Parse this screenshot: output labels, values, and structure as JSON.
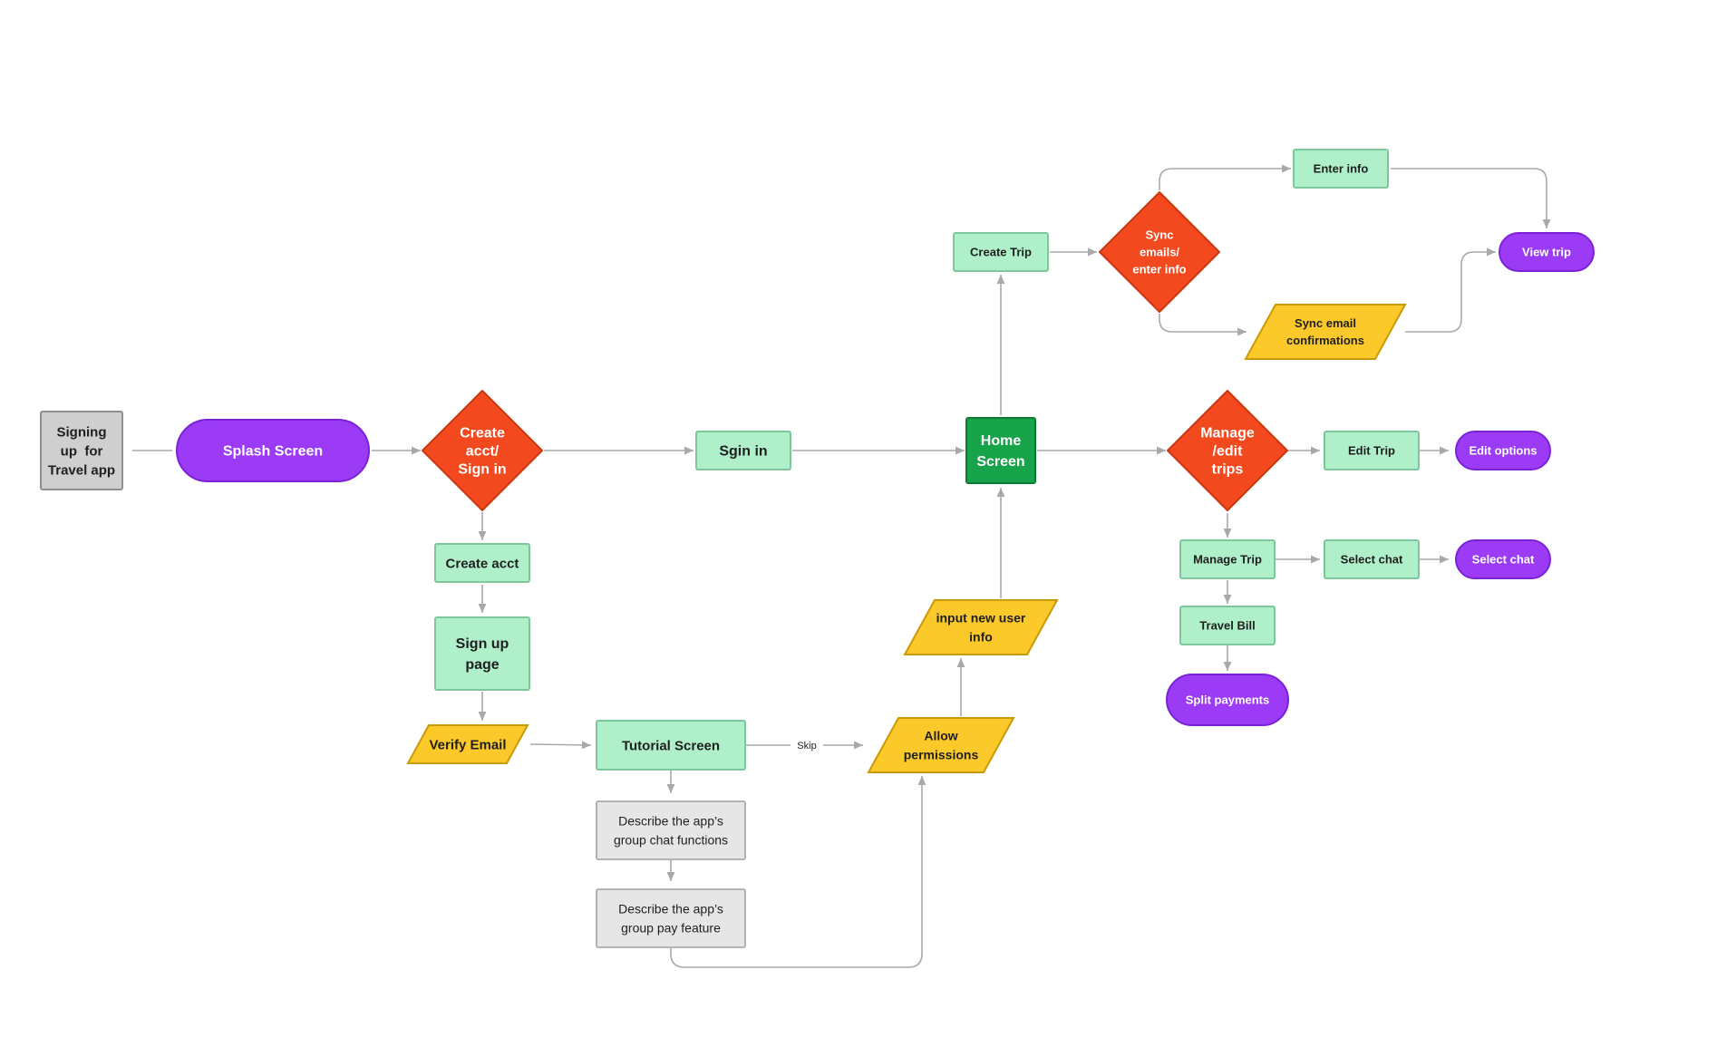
{
  "colors": {
    "background": "#ffffff",
    "terminal_purple": "#9b3bf5",
    "terminal_purple_border": "#7b22d6",
    "process_green": "#aff0cb",
    "process_green_border": "#7cc79b",
    "home_green": "#17a34a",
    "home_green_border": "#0f7a36",
    "decision_red": "#f2491f",
    "decision_red_border": "#c9370f",
    "io_yellow": "#fcc92a",
    "io_yellow_border": "#c99a06",
    "note_gray": "#e6e6e6",
    "note_gray_border": "#b3b3b3",
    "start_gray": "#cfcfcf",
    "start_gray_border": "#8f8f8f",
    "connector": "#a9a9a9",
    "text_dark": "#1f1f1f",
    "text_light": "#ffffff"
  },
  "nodes": {
    "start": {
      "label": "Signing up for Travel app",
      "lines": [
        "Signing",
        "up  for",
        "Travel app"
      ]
    },
    "splash": {
      "label": "Splash Screen",
      "lines": [
        "Splash Screen"
      ]
    },
    "create_or_sign_in": {
      "label": "Create acct/ Sign in",
      "lines": [
        "Create",
        "acct/",
        "Sign in"
      ]
    },
    "sign_in": {
      "label": "Sgin in",
      "lines": [
        "Sgin in"
      ]
    },
    "home": {
      "label": "Home Screen",
      "lines": [
        "Home",
        "Screen"
      ]
    },
    "create_trip": {
      "label": "Create Trip",
      "lines": [
        "Create Trip"
      ]
    },
    "sync_decision": {
      "label": "Sync emails/ enter info",
      "lines": [
        "Sync",
        "emails/",
        "enter info"
      ]
    },
    "enter_info": {
      "label": "Enter info",
      "lines": [
        "Enter info"
      ]
    },
    "sync_email_conf": {
      "label": "Sync email confirmations",
      "lines": [
        "Sync email",
        "confirmations"
      ]
    },
    "view_trip": {
      "label": "View trip",
      "lines": [
        "View trip"
      ]
    },
    "manage_edit": {
      "label": "Manage /edit trips",
      "lines": [
        "Manage",
        "/edit",
        "trips"
      ]
    },
    "edit_trip": {
      "label": "Edit Trip",
      "lines": [
        "Edit Trip"
      ]
    },
    "edit_options": {
      "label": "Edit options",
      "lines": [
        "Edit options"
      ]
    },
    "manage_trip": {
      "label": "Manage Trip",
      "lines": [
        "Manage Trip"
      ]
    },
    "select_chat_process": {
      "label": "Select chat",
      "lines": [
        "Select chat"
      ]
    },
    "select_chat_terminal": {
      "label": "Select chat",
      "lines": [
        "Select chat"
      ]
    },
    "travel_bill": {
      "label": "Travel Bill",
      "lines": [
        "Travel Bill"
      ]
    },
    "split_payments": {
      "label": "Split payments",
      "lines": [
        "Split payments"
      ]
    },
    "create_acct": {
      "label": "Create acct",
      "lines": [
        "Create acct"
      ]
    },
    "sign_up_page": {
      "label": "Sign up page",
      "lines": [
        "Sign up",
        "page"
      ]
    },
    "verify_email": {
      "label": "Verify Email",
      "lines": [
        "Verify Email"
      ]
    },
    "tutorial": {
      "label": "Tutorial Screen",
      "lines": [
        "Tutorial Screen"
      ]
    },
    "describe_chat": {
      "label": "Describe the app's group chat functions",
      "lines": [
        "Describe the app’s",
        "group chat functions"
      ]
    },
    "describe_pay": {
      "label": "Describe the app's group pay feature",
      "lines": [
        "Describe the app’s",
        "group pay feature"
      ]
    },
    "allow_permissions": {
      "label": "Allow permissions",
      "lines": [
        "Allow",
        "permissions"
      ]
    },
    "input_new_user": {
      "label": "input new user info",
      "lines": [
        "input new user",
        "info"
      ]
    }
  },
  "edge_labels": {
    "skip": "Skip"
  }
}
